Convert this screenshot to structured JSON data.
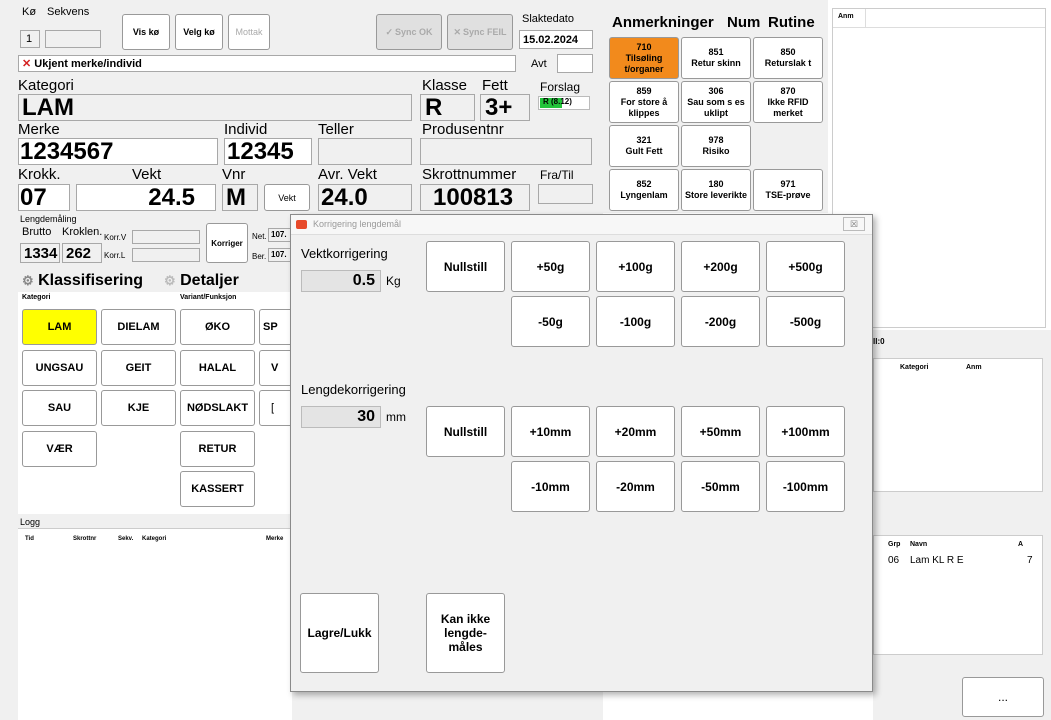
{
  "queue": {
    "ko_label": "Kø",
    "ko_value": "1",
    "sekvens_label": "Sekvens",
    "vis_ko": "Vis kø",
    "velg_ko": "Velg kø",
    "mottak": "Mottak",
    "sync_ok": "Sync OK",
    "sync_feil": "Sync FEIL",
    "slaktedato_label": "Slaktedato",
    "slaktedato": "15.02.2024",
    "avt_label": "Avt",
    "warning": "Ukjent merke/individ"
  },
  "main": {
    "kategori_label": "Kategori",
    "kategori": "LAM",
    "klasse_label": "Klasse",
    "klasse": "R",
    "fett_label": "Fett",
    "fett": "3+",
    "forslag_label": "Forslag",
    "forslag": "R (8.12)",
    "merke_label": "Merke",
    "merke": "1234567",
    "individ_label": "Individ",
    "individ": "12345",
    "teller_label": "Teller",
    "produsentnr_label": "Produsentnr",
    "krokk_label": "Krokk.",
    "krokk": "07",
    "vekt_label": "Vekt",
    "vekt": "24.5",
    "vnr_label": "Vnr",
    "vnr": "M",
    "vekt_btn": "Vekt",
    "avr_vekt_label": "Avr. Vekt",
    "avr_vekt": "24.0",
    "skrott_label": "Skrottnummer",
    "skrott": "100813",
    "fratil_label": "Fra/Til"
  },
  "length": {
    "title": "Lengdemåling",
    "brutto_label": "Brutto",
    "brutto": "1334",
    "kroklen_label": "Kroklen.",
    "kroklen": "262",
    "korr_v": "Korr.V",
    "korr_l": "Korr.L",
    "korriger": "Korriger",
    "net_label": "Net.",
    "net": "107.",
    "ber_label": "Ber.",
    "ber": "107."
  },
  "tabs": {
    "klass": "Klassifisering",
    "detaljer": "Detaljer",
    "kategori_sub": "Kategori",
    "variant_sub": "Variant/Funksjon"
  },
  "kat_buttons": [
    "LAM",
    "DIELAM",
    "UNGSAU",
    "GEIT",
    "SAU",
    "KJE",
    "VÆR"
  ],
  "var_buttons": [
    "ØKO",
    "HALAL",
    "NØDSLAKT",
    "RETUR",
    "KASSERT"
  ],
  "partial": {
    "sp": "SP",
    "v": "V",
    "b": "["
  },
  "logg": {
    "title": "Logg",
    "cols": [
      "Tid",
      "Skrottnr",
      "Sekv.",
      "Kategori",
      "Merke"
    ]
  },
  "anm": {
    "tab1": "Anmerkninger",
    "tab2": "Num",
    "tab3": "Rutine",
    "list_header": "Anm",
    "buttons": [
      {
        "code": "710",
        "label": "Tilsøling t/organer",
        "active": true
      },
      {
        "code": "851",
        "label": "Retur skinn"
      },
      {
        "code": "850",
        "label": "Returslak t"
      },
      {
        "code": "859",
        "label": "For store å klippes"
      },
      {
        "code": "306",
        "label": "Sau som s es uklipt"
      },
      {
        "code": "870",
        "label": "Ikke RFID merket"
      },
      {
        "code": "321",
        "label": "Gult Fett"
      },
      {
        "code": "978",
        "label": "Risiko"
      },
      {
        "code": "852",
        "label": "Lyngenlam"
      },
      {
        "code": "180",
        "label": "Store leverikte"
      },
      {
        "code": "971",
        "label": "TSE-prøve"
      }
    ]
  },
  "right": {
    "count_label": "ll:0",
    "cols1": [
      "Kategori",
      "Anm"
    ],
    "cols2": [
      "Grp",
      "Navn",
      "A"
    ],
    "row": [
      "06",
      "Lam KL R E",
      "7"
    ],
    "more_btn": "..."
  },
  "dialog": {
    "title": "Korrigering lengdemål",
    "vekt_label": "Vektkorrigering",
    "vekt_value": "0.5",
    "vekt_unit": "Kg",
    "lengde_label": "Lengdekorrigering",
    "lengde_value": "30",
    "lengde_unit": "mm",
    "nullstill": "Nullstill",
    "vekt_plus": [
      "+50g",
      "+100g",
      "+200g",
      "+500g"
    ],
    "vekt_minus": [
      "-50g",
      "-100g",
      "-200g",
      "-500g"
    ],
    "len_plus": [
      "+10mm",
      "+20mm",
      "+50mm",
      "+100mm"
    ],
    "len_minus": [
      "-10mm",
      "-20mm",
      "-50mm",
      "-100mm"
    ],
    "lagre": "Lagre/Lukk",
    "kan_ikke": "Kan ikke lengde-måles",
    "close": "☒"
  },
  "colors": {
    "active_orange": "#f28a1c",
    "selected_yellow": "#ffff00",
    "forslag_green": "#22c43a",
    "warn_red": "#d42020"
  }
}
